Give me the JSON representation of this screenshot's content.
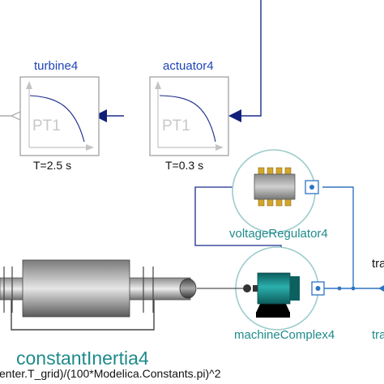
{
  "blocks": {
    "turbine": {
      "name": "turbine4",
      "type_label": "PT1",
      "param": "T=2.5 s"
    },
    "actuator": {
      "name": "actuator4",
      "type_label": "PT1",
      "param": "T=0.3 s"
    },
    "voltage_regulator": {
      "name": "voltageRegulator4"
    },
    "machine": {
      "name": "machineComplex4"
    },
    "inertia": {
      "name": "constantInertia4",
      "expression": "enter.T_grid)/(100*Modelica.Constants.pi)^2"
    },
    "right_edge": {
      "label_top": "tra",
      "label_bottom": "tra"
    }
  },
  "colors": {
    "wire": "#1a2a8a",
    "block_border": "#9a9a9a",
    "name_text": "#1d44b8",
    "instance_text": "#1f8a8a",
    "teal_shape": "#157f7f"
  }
}
